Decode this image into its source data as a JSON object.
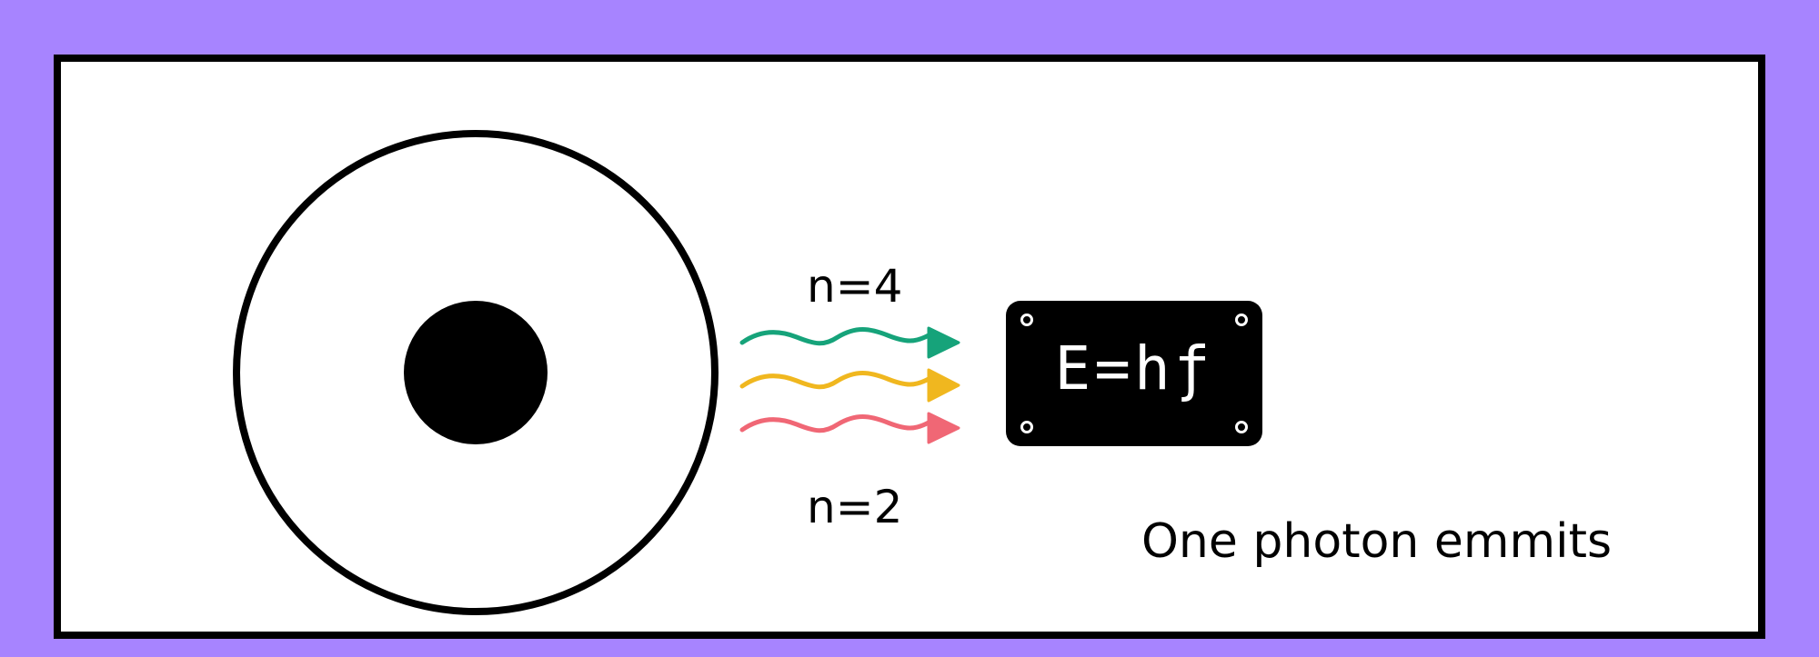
{
  "diagram": {
    "upper_level_label": "n=4",
    "lower_level_label": "n=2",
    "formula": "E=hƒ",
    "caption": "One photon emmits"
  },
  "colors": {
    "background": "#A784FF",
    "panel": "#FFFFFF",
    "outline": "#000000",
    "nucleus": "#000000",
    "wave_top": "#16A37A",
    "wave_middle": "#F0B71F",
    "wave_bottom": "#F06775",
    "formula_card": "#000000",
    "formula_text": "#FFFFFF"
  },
  "icons": {
    "formula_card_screws": "screw-icon",
    "wave_arrowheads": "arrowhead-icon"
  }
}
